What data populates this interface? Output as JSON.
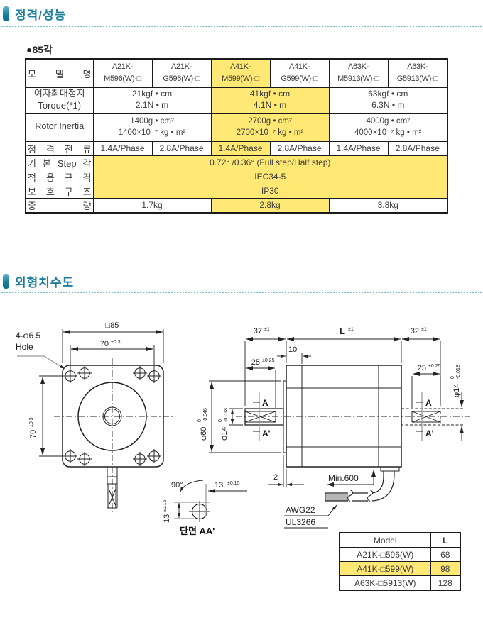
{
  "sections": {
    "ratings": {
      "title": "정격/성능"
    },
    "dimensions": {
      "title": "외형치수도"
    }
  },
  "colors": {
    "accent": "#1b7f9f",
    "highlight": "#ffe873",
    "dotted_rule": "#6cc0da"
  },
  "spec": {
    "size_label": "●85각",
    "row_labels": {
      "model": "모 델 명",
      "torque": "여자최대정지\nTorque(*1)",
      "inertia": "Rotor Inertia",
      "current": "정 격 전 류",
      "step": "기 본 Step 각",
      "standard": "적 용 규 격",
      "protection": "보 호 구 조",
      "weight": "중 량"
    },
    "model_cells": [
      "A21K-\nM596(W)-□",
      "A21K-\nG596(W)-□",
      "A41K-\nM599(W)-□",
      "A41K-\nG599(W)-□",
      "A63K-\nM5913(W)-□",
      "A63K-\nG5913(W)-□"
    ],
    "torque_cells": [
      "21kgf • cm\n2.1N • m",
      "41kgf • cm\n4.1N • m",
      "63kgf • cm\n6.3N • m"
    ],
    "inertia_cells": [
      "1400g • cm²\n1400×10⁻⁷ kg • m²",
      "2700g • cm²\n2700×10⁻⁷ kg • m²",
      "4000g • cm²\n4000×10⁻⁷ kg • m²"
    ],
    "current_cells": [
      "1.4A/Phase",
      "2.8A/Phase",
      "1.4A/Phase",
      "2.8A/Phase",
      "1.4A/Phase",
      "2.8A/Phase"
    ],
    "step_value": "0.72° /0.36° (Full step/Half step)",
    "standard_value": "IEC34-5",
    "protection_value": "IP30",
    "weight_cells": [
      "1.7kg",
      "2.8kg",
      "3.8kg"
    ]
  },
  "drawing": {
    "front": {
      "square_label": "□85",
      "top_width": {
        "v": "70",
        "tol": "±0.3"
      },
      "left_height": {
        "v": "70",
        "tol": "±0.3"
      },
      "holes_label1": "4-φ6.5",
      "holes_label2": "Hole"
    },
    "side": {
      "front_shaft_len": {
        "v": "37",
        "tol": "±1"
      },
      "body_len": {
        "v": "L",
        "tol": "±1"
      },
      "rear_shaft_len": {
        "v": "32",
        "tol": "±1"
      },
      "pilot_depth": "10",
      "front_key_len": {
        "v": "25",
        "tol": "±0.25"
      },
      "rear_key_len": {
        "v": "25",
        "tol": "±0.25"
      },
      "pilot_dia": {
        "v": "φ60",
        "tol_u": "0",
        "tol_l": "-0.046"
      },
      "front_shaft_dia": {
        "v": "φ14",
        "tol_u": "0",
        "tol_l": "-0.018"
      },
      "rear_shaft_dia": {
        "v": "φ14",
        "tol_u": "0",
        "tol_l": "-0.018"
      },
      "boss_thickness": "2",
      "lead_min": "Min.600",
      "wire_gauge": "AWG22",
      "wire_type": "UL3266",
      "section_mark": "A",
      "section_mark_prime": "A'"
    },
    "section_aa": {
      "angle": "90°",
      "width": {
        "v": "13",
        "tol": "±0.15"
      },
      "height": {
        "v": "13",
        "tol": "±0.15"
      },
      "caption": "단면 AA'"
    },
    "l_table": {
      "col_model": "Model",
      "col_l": "L",
      "rows": [
        {
          "model": "A21K-□596(W)",
          "l": "68"
        },
        {
          "model": "A41K-□599(W)",
          "l": "98"
        },
        {
          "model": "A63K-□5913(W)",
          "l": "128"
        }
      ]
    }
  }
}
